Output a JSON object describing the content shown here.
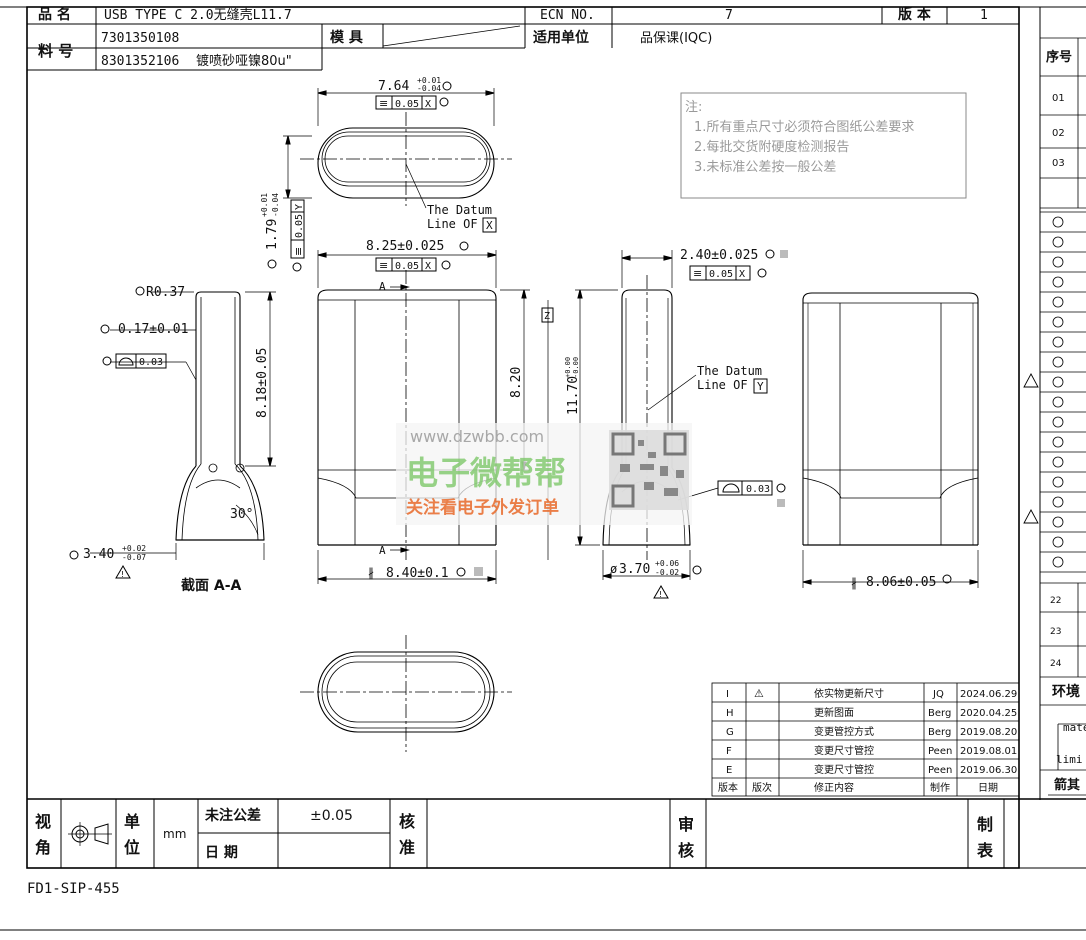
{
  "header": {
    "product_name_label": "品 名",
    "product_name": "USB TYPE C 2.0无缝壳L11.7",
    "ecn_label": "ECN NO.",
    "ecn_value": "7",
    "version_label": "版 本",
    "version_value": "1",
    "part_no_label": "料 号",
    "part_no_1": "7301350108",
    "part_no_2": "8301352106",
    "plating": "镀喷砂哑镍80u\"",
    "mold_label": "模 具",
    "applicable_unit_label": "适用单位",
    "applicable_unit": "品保课(IQC)"
  },
  "notes": {
    "title": "注:",
    "items": [
      "1.所有重点尺寸必须符合图纸公差要求",
      "2.每批交货附硬度检测报告",
      "3.未标准公差按一般公差"
    ]
  },
  "dimensions": {
    "top_width": "7.64",
    "top_width_tol_up": "+0.01",
    "top_width_tol_dn": "-0.04",
    "fcf_x_symbol": "≡",
    "fcf_x_value": "0.05",
    "fcf_x_datum": "X",
    "top_height": "1.79",
    "top_height_tol_up": "+0.01",
    "top_height_tol_dn": "-0.04",
    "fcf_y_value": "0.05",
    "fcf_y_datum": "Y",
    "datum_x_text_1": "The Datum",
    "datum_x_text_2": "Line OF",
    "datum_x_letter": "X",
    "front_width": "8.25±0.025",
    "fcf_front_value": "0.05",
    "fcf_front_datum": "X",
    "side_width": "2.40±0.025",
    "fcf_side_value": "0.05",
    "fcf_side_datum": "X",
    "radius": "R0.37",
    "thickness": "0.17±0.01",
    "profile_value": "0.03",
    "section_height": "8.18±0.05",
    "angle": "30°",
    "section_bottom": "3.40",
    "section_bottom_tol_up": "+0.02",
    "section_bottom_tol_dn": "-0.07",
    "section_label": "截面 A-A",
    "front_height": "8.20",
    "front_bottom": "8.40±0.1",
    "section_mark": "A",
    "datum_z": "Z",
    "side_height": "11.70",
    "side_height_tol_up": "+0.00",
    "side_height_tol_dn": "-0.00",
    "datum_y_text_1": "The Datum",
    "datum_y_text_2": "Line OF",
    "datum_y_letter": "Y",
    "side_profile_value": "0.03",
    "side_bottom": "3.70",
    "side_bottom_tol_up": "+0.06",
    "side_bottom_tol_dn": "-0.02",
    "right_bottom": "8.06±0.05"
  },
  "watermark": {
    "url": "www.dzwbb.com",
    "name": "电子微帮帮",
    "slogan": "关注看电子外发订单"
  },
  "revisions": {
    "rows": [
      {
        "rev": "I",
        "mark": "⚠",
        "content": "依实物更新尺寸",
        "by": "JQ",
        "date": "2024.06.29"
      },
      {
        "rev": "H",
        "mark": "",
        "content": "更新图面",
        "by": "Berg",
        "date": "2020.04.25"
      },
      {
        "rev": "G",
        "mark": "",
        "content": "变更管控方式",
        "by": "Berg",
        "date": "2019.08.20"
      },
      {
        "rev": "F",
        "mark": "",
        "content": "变更尺寸管控",
        "by": "Peen",
        "date": "2019.08.01"
      },
      {
        "rev": "E",
        "mark": "",
        "content": "变更尺寸管控",
        "by": "Peen",
        "date": "2019.06.30"
      }
    ],
    "header": {
      "rev": "版本",
      "ver": "版次",
      "content": "修正内容",
      "by": "制作",
      "date": "日期"
    }
  },
  "title_block": {
    "view_label_1": "视",
    "view_label_2": "角",
    "unit_label_1": "单",
    "unit_label_2": "位",
    "unit_value": "mm",
    "tolerance_label": "未注公差",
    "tolerance_value": "±0.05",
    "date_label": "日    期",
    "check_label_1": "核",
    "check_label_2": "准",
    "review_label_1": "审",
    "review_label_2": "核",
    "make_label_1": "制",
    "make_label_2": "表"
  },
  "right_panel": {
    "seq_header": "序号",
    "seq": [
      "01",
      "02",
      "03"
    ],
    "seq_bottom": [
      "22",
      "23",
      "24"
    ],
    "right_labels": [
      "环境",
      "mate",
      "limi",
      "箭其"
    ]
  },
  "footer": {
    "doc_code": "FD1-SIP-455"
  }
}
